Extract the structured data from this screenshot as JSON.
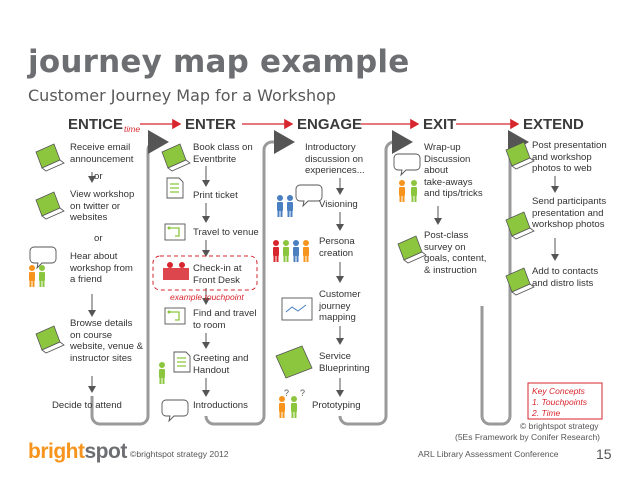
{
  "title": "journey map example",
  "subtitle": "Customer Journey Map for a Workshop",
  "stages": [
    "ENTICE",
    "ENTER",
    "ENGAGE",
    "EXIT",
    "EXTEND"
  ],
  "time_label": "time",
  "entice": {
    "receive": "Receive email\nannouncement",
    "or1": "or",
    "view": "View workshop\non twitter or\nwebsites",
    "or2": "or",
    "hear": "Hear about\nworkshop from\na friend",
    "browse": "Browse details\non course\nwebsite, venue &\ninstructor sites",
    "decide": "Decide to attend"
  },
  "enter": {
    "book": "Book class on\nEventbrite",
    "print": "Print ticket",
    "travel": "Travel to venue",
    "checkin": "Check-in at\nFront Desk",
    "touchpoint": "example  touchpoint",
    "find": "Find and travel\nto room",
    "greeting": "Greeting and\nHandout",
    "intro": "Introductions"
  },
  "engage": {
    "intro_disc": "Introductory\ndiscussion on\nexperiences...",
    "visioning": "Visioning",
    "persona": "Persona\ncreation",
    "cjm": "Customer\njourney\nmapping",
    "service": "Service\nBlueprinting",
    "proto": "Prototyping"
  },
  "exit": {
    "wrapup": "Wrap-up\nDiscussion\nabout\ntake-aways\nand tips/tricks",
    "survey": "Post-class\nsurvey on\ngoals, content,\n& instruction"
  },
  "extend": {
    "post": "Post presentation\nand workshop\nphotos to web",
    "send": "Send participants\npresentation and\nworkshop photos",
    "add": "Add to contacts\nand distro lists"
  },
  "key_concepts": {
    "heading": "Key Concepts",
    "items": [
      "1. Touchpoints",
      "2. Time"
    ]
  },
  "credit_brightspot": "© brightspot strategy",
  "credit_framework": "(5Es Framework by Conifer Research)",
  "logo_part1": "bright",
  "logo_part2": "spot",
  "footer_copyright": "©brightspot strategy 2012",
  "footer_conference": "ARL Library Assessment Conference",
  "page_number": "15",
  "colors": {
    "title": "#6d6e71",
    "accent_green": "#8cc63f",
    "accent_red": "#d7262e",
    "logo_orange": "#f7941d"
  }
}
